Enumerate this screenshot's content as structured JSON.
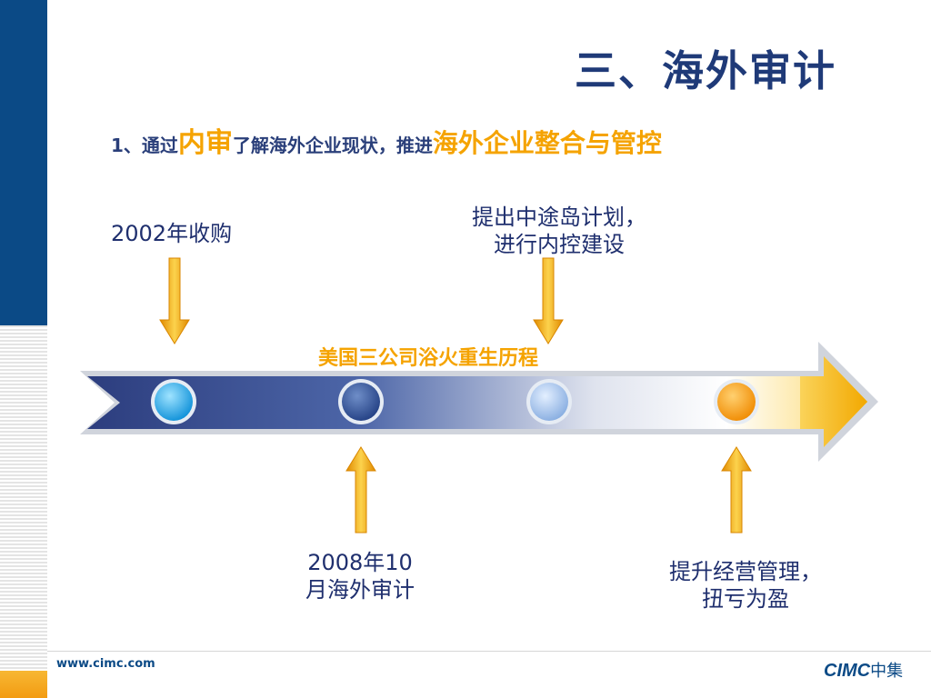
{
  "page": {
    "title": "三、海外审计",
    "subtitle": {
      "prefix": "1、通过",
      "highlight1": "内审",
      "middle": "了解海外企业现状，推进",
      "highlight2": "海外企业整合与管控"
    }
  },
  "timeline": {
    "label": "美国三公司浴火重生历程",
    "events": [
      {
        "lines": [
          "2002年收购"
        ]
      },
      {
        "lines": [
          "提出中途岛计划，",
          "进行内控建设"
        ]
      },
      {
        "lines": [
          "2008年10",
          "月海外审计"
        ]
      },
      {
        "lines": [
          "提升经营管理，",
          "扭亏为盈"
        ]
      }
    ]
  },
  "footer": {
    "url": "www.cimc.com",
    "logo_en": "CIMC",
    "logo_zh": "中集"
  },
  "colors": {
    "brand_blue": "#0b4a86",
    "accent_orange": "#f5a300",
    "title_navy": "#1f3a78"
  }
}
